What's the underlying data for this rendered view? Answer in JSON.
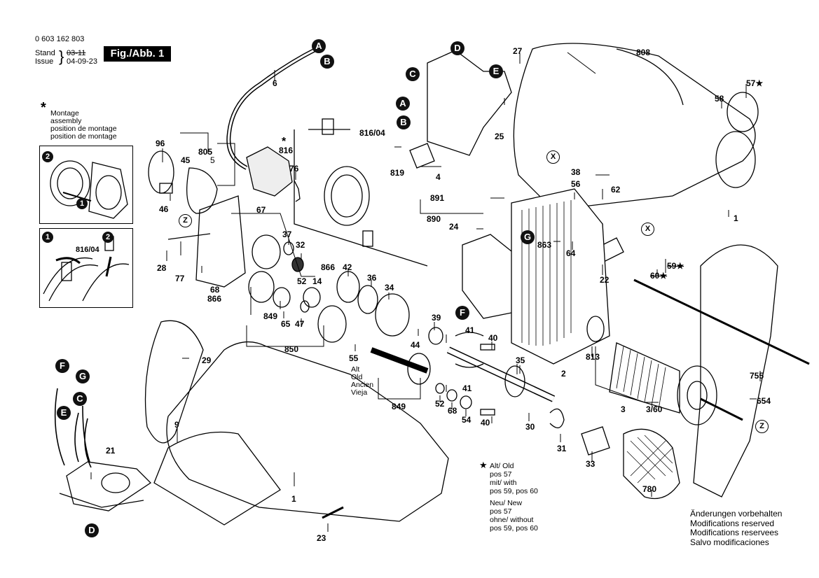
{
  "header": {
    "part_number": "0 603 162 803",
    "stand_label": "Stand",
    "issue_label": "Issue",
    "stand_old_date": "03-11",
    "issue_date": "04-09-23",
    "figure_label": "Fig./Abb. 1"
  },
  "assembly_note": {
    "symbol": "*",
    "lines": [
      "Montage",
      "assembly",
      "position de montage",
      "position de montage"
    ]
  },
  "insets": {
    "top": {
      "steps": [
        "2",
        "1"
      ]
    },
    "bottom": {
      "steps": [
        "1",
        "2"
      ],
      "part": "816/04"
    }
  },
  "connectors": {
    "A": "A",
    "B": "B",
    "C": "C",
    "D": "D",
    "E": "E",
    "F": "F",
    "G": "G",
    "X": "X",
    "Z": "Z"
  },
  "parts": [
    "6",
    "805",
    "5",
    "96",
    "45",
    "46",
    "76",
    "816",
    "816/04",
    "819",
    "4",
    "25",
    "27",
    "808",
    "57★",
    "58",
    "67",
    "37",
    "32",
    "866",
    "42",
    "36",
    "34",
    "28",
    "77",
    "68",
    "866b",
    "52",
    "14",
    "849",
    "65",
    "47",
    "850",
    "55",
    "39",
    "44",
    "41",
    "40",
    "35",
    "849b",
    "52b",
    "68b",
    "54",
    "40b",
    "41b",
    "30",
    "31",
    "33",
    "780",
    "2",
    "813",
    "3",
    "3/60",
    "755",
    "654",
    "891",
    "890",
    "24",
    "863",
    "64",
    "38",
    "56",
    "62",
    "22",
    "59★",
    "60★",
    "1",
    "1b",
    "9",
    "29",
    "21",
    "23"
  ],
  "labels": {
    "p6": "6",
    "p805": "805",
    "p5": "5",
    "p96": "96",
    "p45": "45",
    "p46": "46",
    "p76": "76",
    "p816": "816",
    "p816_04": "816/04",
    "p819": "819",
    "p4": "4",
    "p25": "25",
    "p27": "27",
    "p808": "808",
    "p57": "57★",
    "p58": "58",
    "p67": "67",
    "p37": "37",
    "p32": "32",
    "p866": "866",
    "p42": "42",
    "p36": "36",
    "p34": "34",
    "p28": "28",
    "p77": "77",
    "p68": "68",
    "p866b": "866",
    "p52": "52",
    "p14": "14",
    "p849": "849",
    "p65": "65",
    "p47": "47",
    "p850": "850",
    "p55": "55",
    "p39": "39",
    "p44": "44",
    "p41": "41",
    "p40": "40",
    "p35": "35",
    "p849b": "849",
    "p52b": "52",
    "p68b": "68",
    "p54": "54",
    "p40b": "40",
    "p41b": "41",
    "p30": "30",
    "p31": "31",
    "p33": "33",
    "p780": "780",
    "p2": "2",
    "p813": "813",
    "p3": "3",
    "p3_60": "3/60",
    "p755": "755",
    "p654": "654",
    "p891": "891",
    "p890": "890",
    "p24": "24",
    "p863": "863",
    "p64": "64",
    "p38": "38",
    "p56": "56",
    "p62": "62",
    "p22": "22",
    "p59": "59★",
    "p60": "60★",
    "p1": "1",
    "p1b": "1",
    "p9": "9",
    "p29": "29",
    "p21": "21",
    "p23": "23"
  },
  "old_note": {
    "lines": [
      "Alt",
      "Old",
      "Ancien",
      "Vieja"
    ]
  },
  "legend": {
    "symbol": "★",
    "old_title": "Alt/ Old",
    "old_lines": [
      "pos 57",
      "mit/ with",
      "pos 59, pos 60"
    ],
    "new_title": "Neu/ New",
    "new_lines": [
      "pos 57",
      "ohne/ without",
      "pos 59, pos 60"
    ]
  },
  "footer": {
    "lines": [
      "Änderungen vorbehalten",
      "Modifications reserved",
      "Modifications reservees",
      "Salvo modificaciones"
    ]
  }
}
